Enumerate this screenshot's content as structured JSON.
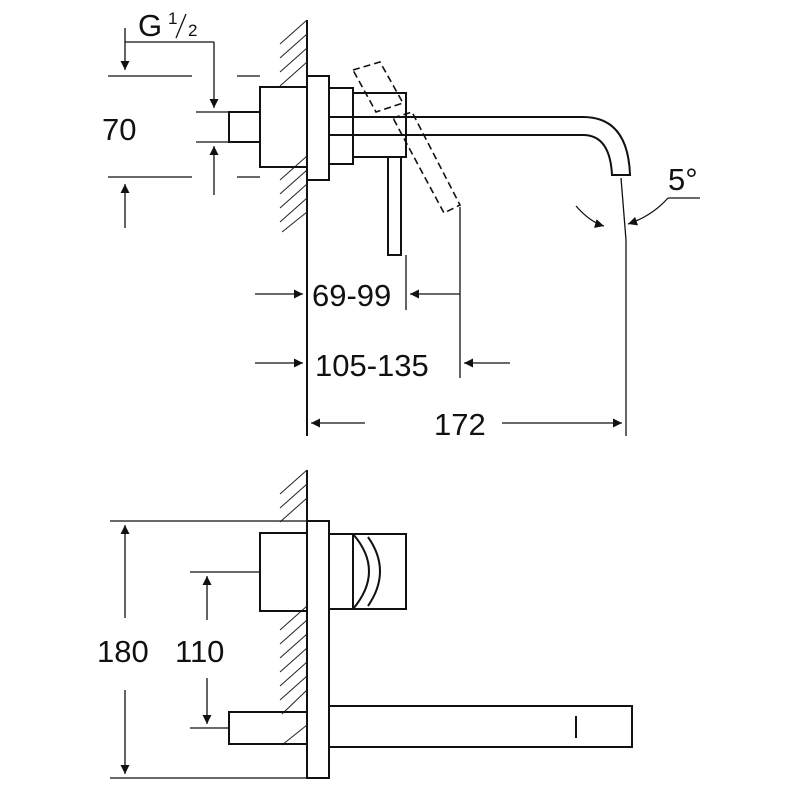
{
  "dimensions": {
    "thread": {
      "prefix": "G",
      "num": "1",
      "den": "2"
    },
    "rosette_height": "70",
    "angle": "5°",
    "handle_projection": "69-99",
    "wall_distance": "105-135",
    "spout_projection": "172",
    "total_height": "180",
    "center_distance": "110"
  }
}
